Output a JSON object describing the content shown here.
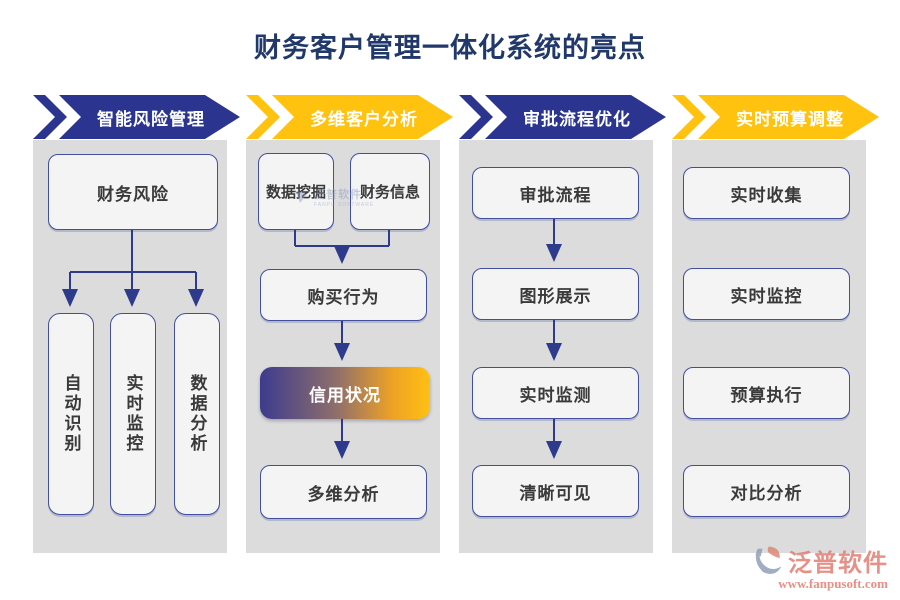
{
  "title": "财务客户管理一体化系统的亮点",
  "colors": {
    "navy": "#2b3590",
    "yellow": "#ffc20e",
    "title_text": "#21386b",
    "panel_gray": "#dcdcdc",
    "connector": "#2e3a8c",
    "highlight_gradient": [
      "#3d3b8e",
      "#ffc013"
    ],
    "logo_salmon": "#e0796f"
  },
  "columns": [
    {
      "header": "智能风险管理",
      "style": "navy",
      "root": "财务风险",
      "branches": [
        "自动识别",
        "实时监控",
        "数据分析"
      ]
    },
    {
      "header": "多维客户分析",
      "style": "yellow",
      "sources": [
        "数据挖掘",
        "财务信息"
      ],
      "flow": [
        "购买行为",
        "信用状况",
        "多维分析"
      ],
      "highlight": "信用状况"
    },
    {
      "header": "审批流程优化",
      "style": "navy",
      "flow": [
        "审批流程",
        "图形展示",
        "实时监测",
        "清晰可见"
      ]
    },
    {
      "header": "实时预算调整",
      "style": "yellow",
      "items": [
        "实时收集",
        "实时监控",
        "预算执行",
        "对比分析"
      ]
    }
  ],
  "watermark": {
    "name": "泛普软件",
    "sub": "FANPU SOFTWARE"
  },
  "logo": {
    "name": "泛普软件",
    "url": "www.fanpusoft.com"
  }
}
